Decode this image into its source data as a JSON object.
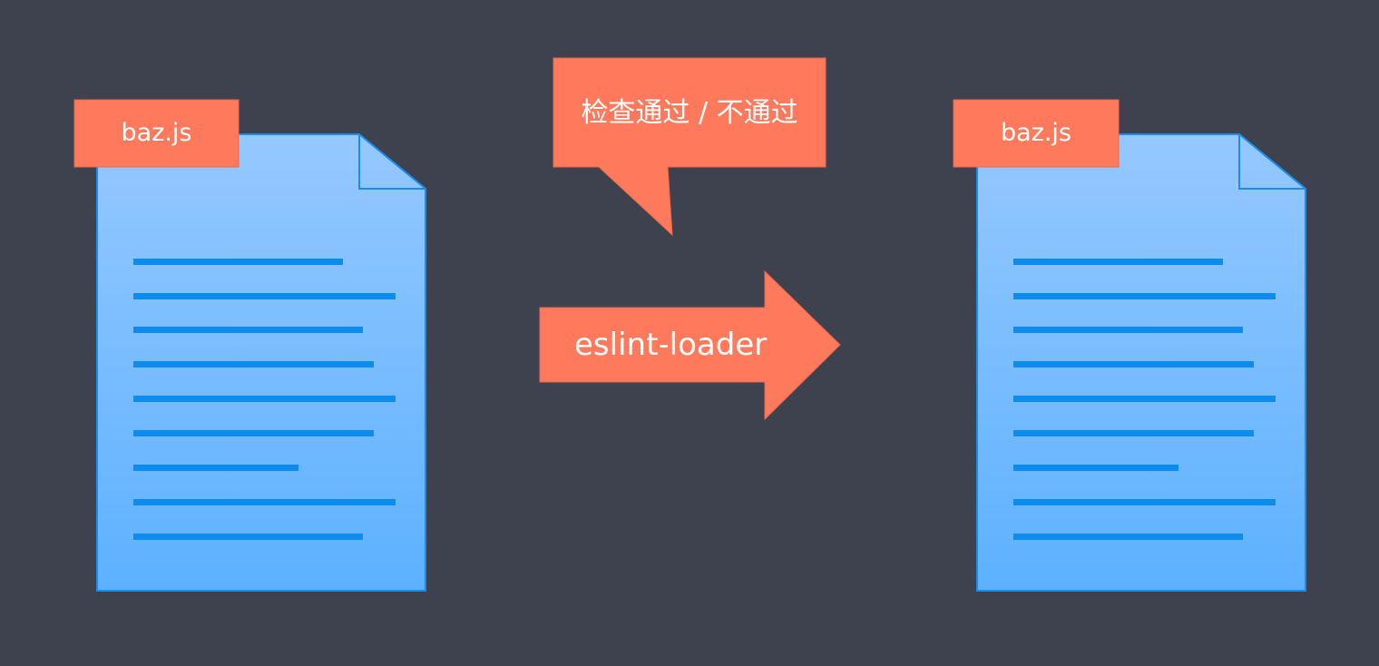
{
  "left_file": {
    "label": "baz.js",
    "line_count": 9,
    "icon": "file-icon"
  },
  "right_file": {
    "label": "baz.js",
    "line_count": 9,
    "icon": "file-icon"
  },
  "callout": {
    "text": "检查通过 / 不通过"
  },
  "arrow": {
    "label": "eslint-loader",
    "icon": "right-arrow-icon"
  },
  "colors": {
    "background": "#3e414e",
    "accent": "#ff7a5c",
    "file_fill_top": "#95c8ff",
    "file_fill_bottom": "#5db1ff",
    "file_border": "#1d8de8",
    "file_lines": "#0d8cf0",
    "text": "#ffffff"
  }
}
